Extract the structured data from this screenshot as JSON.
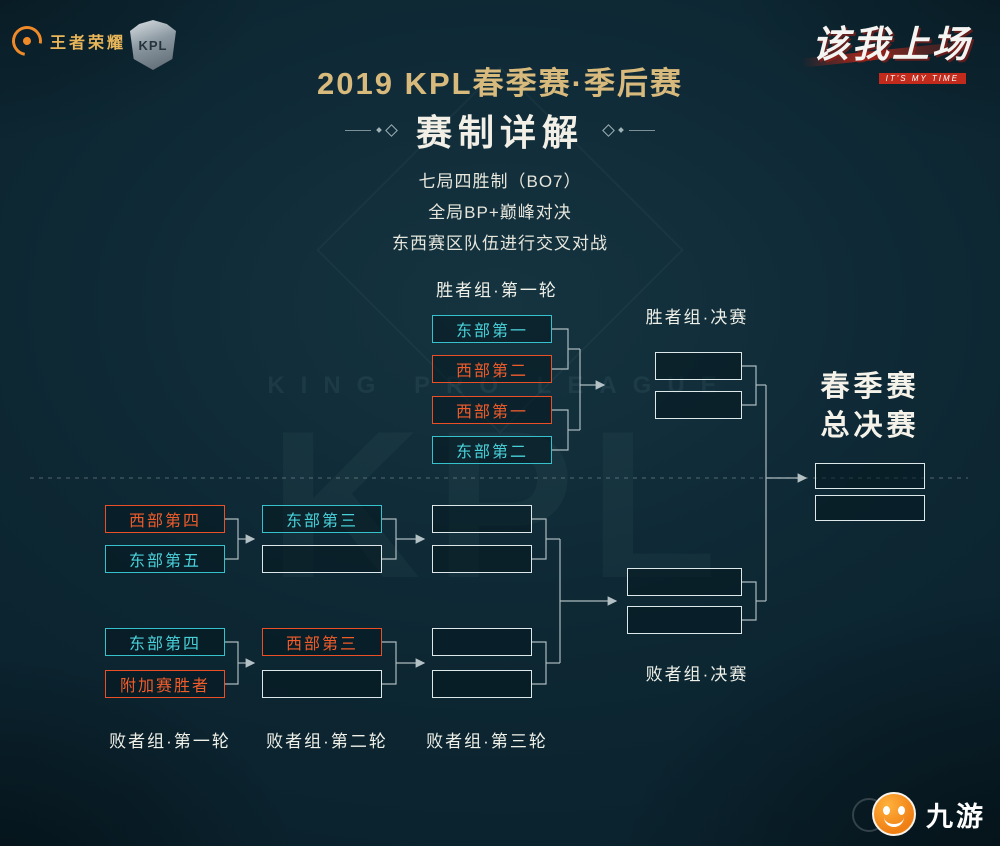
{
  "header": {
    "hok_logo_text": "王者荣耀",
    "kpl_logo_text": "KPL",
    "slogan": "该我上场",
    "slogan_sub": "IT'S MY TIME"
  },
  "title": {
    "main": "2019 KPL春季赛·季后赛",
    "sub": "赛制详解",
    "rules": [
      "七局四胜制（BO7）",
      "全局BP+巅峰对决",
      "东西赛区队伍进行交叉对战"
    ]
  },
  "labels": {
    "winners_r1": "胜者组·第一轮",
    "winners_final": "胜者组·决赛",
    "grand_final_line1": "春季赛",
    "grand_final_line2": "总决赛",
    "losers_final": "败者组·决赛",
    "losers_r1": "败者组·第一轮",
    "losers_r2": "败者组·第二轮",
    "losers_r3": "败者组·第三轮"
  },
  "teams": {
    "winners_r1": [
      {
        "label": "东部第一"
      },
      {
        "label": "西部第二"
      },
      {
        "label": "西部第一"
      },
      {
        "label": "东部第二"
      }
    ],
    "losers_col1": [
      {
        "label": "西部第四"
      },
      {
        "label": "东部第五"
      },
      {
        "label": "东部第四"
      },
      {
        "label": "附加赛胜者"
      }
    ],
    "losers_col2": [
      {
        "label": "东部第三"
      },
      {
        "label": "西部第三"
      }
    ]
  },
  "background": {
    "watermark_kpl": "KPL",
    "watermark_league": "KING PRO LEAGUE"
  },
  "footer": {
    "brand": "九游"
  },
  "colors": {
    "east": "#35c2cc",
    "west": "#ea4f25",
    "gold": "#d9ba7d",
    "background": "#0d2733"
  }
}
